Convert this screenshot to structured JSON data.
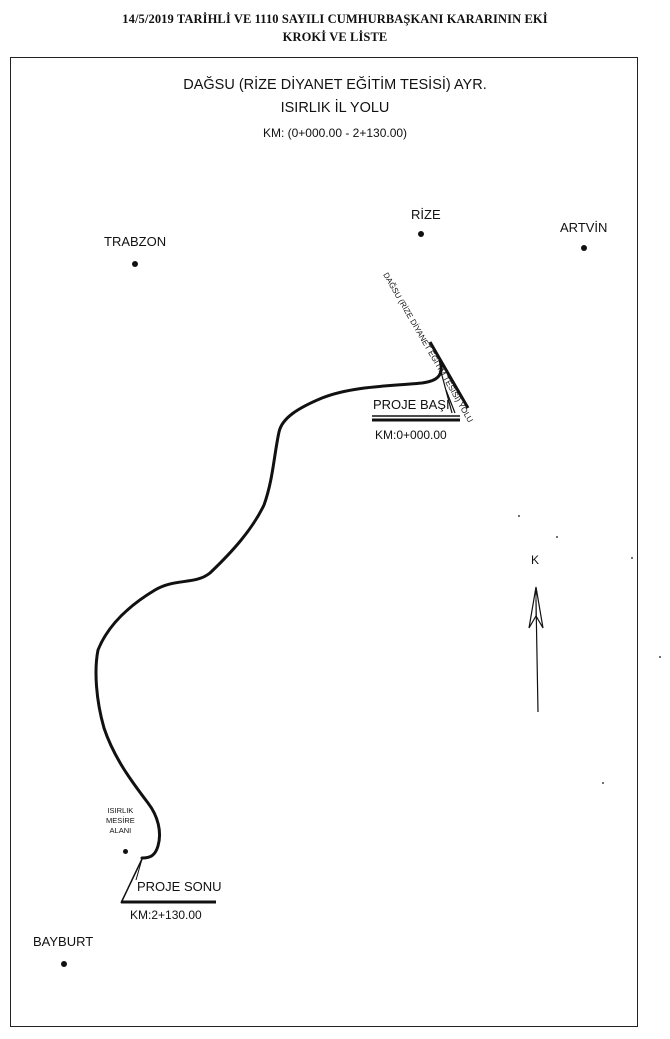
{
  "header": {
    "line1": "14/5/2019 TARİHLİ VE 1110 SAYILI CUMHURBAŞKANI KARARININ EKİ",
    "line2": "KROKİ VE LİSTE"
  },
  "map": {
    "title_line1": "DAĞSU (RİZE DİYANET EĞİTİM TESİSİ) AYR.",
    "title_line2": "ISIRLIK İL YOLU",
    "km_range": "KM: (0+000.00 - 2+130.00)",
    "cities": {
      "rize": "RİZE",
      "artvin": "ARTVİN",
      "trabzon": "TRABZON",
      "bayburt": "BAYBURT"
    },
    "recreation_area": {
      "line1": "ISIRLIK",
      "line2": "MESİRE",
      "line3": "ALANI"
    },
    "road_name": "DAĞSU (RİZE DİYANET EĞİTİM TESİSİ) YOLU",
    "start": {
      "label": "PROJE BAŞI",
      "km": "KM:0+000.00"
    },
    "end": {
      "label": "PROJE SONU",
      "km": "KM:2+130.00"
    },
    "north_label": "K"
  },
  "colors": {
    "ink": "#111111",
    "frame": "#222222"
  }
}
